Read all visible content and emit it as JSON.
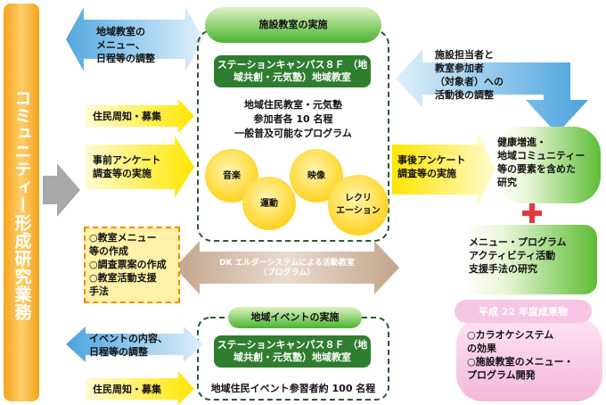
{
  "left_bar": {
    "title": "コミュニティー形成研究業務"
  },
  "top_arrow": {
    "text": "地域教室の\nメニュー、\n日程等の調整"
  },
  "resident_notice_1": {
    "text": "住民周知・募集"
  },
  "survey_pre": {
    "text": "事前アンケート\n調査等の実施"
  },
  "tasks_box": {
    "text": "○教室メニュー\n等の作成\n○調査票案の作成\n○教室活動支援\n手法"
  },
  "event_arrow": {
    "text": "イベントの内容、\n日程等の調整"
  },
  "resident_notice_2": {
    "text": "住民周知・募集"
  },
  "facility_section": {
    "header": "施設教室の実施",
    "station": "ステーションキャンパス８Ｆ\n（地域共創・元気塾）地域教室",
    "description": "地域住民教室・元気塾\n参加者各 10 名程\n一般普及可能なプログラム",
    "circles": [
      "音楽",
      "運動",
      "映像",
      "レクリ\nエーション"
    ]
  },
  "dk_arrow": {
    "text": "DK エルダーシステムによる活動教室\n（プログラム）"
  },
  "event_section": {
    "header": "地域イベントの実施",
    "station": "ステーションキャンパス８Ｆ\n（地域共創・元気塾）地域教室",
    "description": "地域住民イベント参習者約 100 名程"
  },
  "right_top_arrow": {
    "text": "施設担当者と\n教室参加者\n（対象者）への\n活動後の調整"
  },
  "survey_post": {
    "text": "事後アンケート\n調査等の実施"
  },
  "result_health": {
    "text": "健康増進・\n地域コミュニティー\n等の要素を含めた\n研究"
  },
  "result_program": {
    "text": "メニュー・プログラム\nアクティビティ活動\n支援手法の研究"
  },
  "fy22": {
    "header": "平成 22 年度成果物",
    "text": "○カラオケシステム\nの効果\n○施設教室のメニュー・\nプログラム開発"
  },
  "colors": {
    "blue": "#6fb7e6",
    "yellow": "#ffe600",
    "orange": "#f7a21b",
    "green": "#49b32f",
    "dark_green": "#2f7d2f",
    "pink": "#f4b8dc",
    "tan": "#c9ad94",
    "red_plus": "#e0393e"
  }
}
